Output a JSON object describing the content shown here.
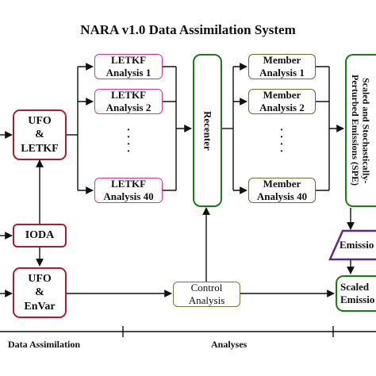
{
  "title": "NARA v1.0 Data Assimilation System",
  "nodes": {
    "ufo_letkf": [
      "UFO",
      "&",
      "LETKF"
    ],
    "ioda": "IODA",
    "ufo_envar": [
      "UFO",
      "&",
      "EnVar"
    ],
    "letkf_analyses": [
      [
        "LETKF",
        "Analysis 1"
      ],
      [
        "LETKF",
        "Analysis 2"
      ],
      [
        "LETKF",
        "Analysis 40"
      ]
    ],
    "recenter": "Recenter",
    "member_analyses": [
      [
        "Member",
        "Analysis 1"
      ],
      [
        "Member",
        "Analysis 2"
      ],
      [
        "Member",
        "Analysis 40"
      ]
    ],
    "spe": [
      "Scaled and Stochastically-",
      "Perturbed Emissions (SPE)"
    ],
    "emissions": "Emissio",
    "control_analysis": [
      "Control",
      "Analysis"
    ],
    "scaled_emissions": [
      "Scaled",
      "Emissio"
    ]
  },
  "ellipsis": "·\n·\n·\n·",
  "footer": {
    "data_assimilation": "Data Assimilation",
    "analyses": "Analyses"
  },
  "colors": {
    "letkf_border": "#d2379b",
    "member_border": "#6b6b2a",
    "process_border": "#b01c2c",
    "green_border": "#1b7a1b",
    "emissions_border": "#5b2a86"
  }
}
